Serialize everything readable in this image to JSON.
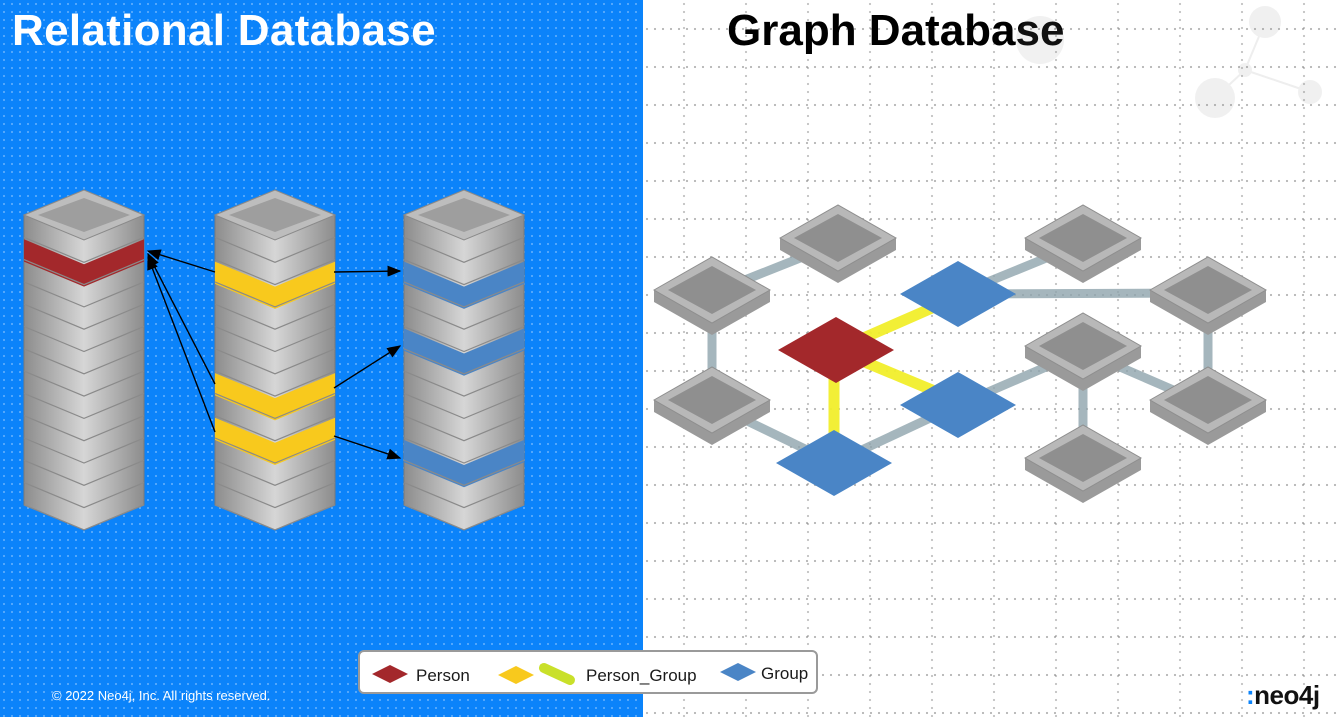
{
  "titles": {
    "relational": "Relational Database",
    "graph": "Graph Database"
  },
  "legend": {
    "person": "Person",
    "person_group": "Person_Group",
    "group": "Group"
  },
  "footer": {
    "copyright": "© 2022 Neo4j, Inc. All rights reserved.",
    "logo": "neo4j"
  },
  "colors": {
    "relational_background": "#0b83fa",
    "person": "#a3282b",
    "person_group": "#f8c91d",
    "group": "#4a85c6",
    "table_row": "#a9a9a9",
    "relationship_line": "#8fa5ad",
    "person_group_line": "#f2ef2c"
  }
}
